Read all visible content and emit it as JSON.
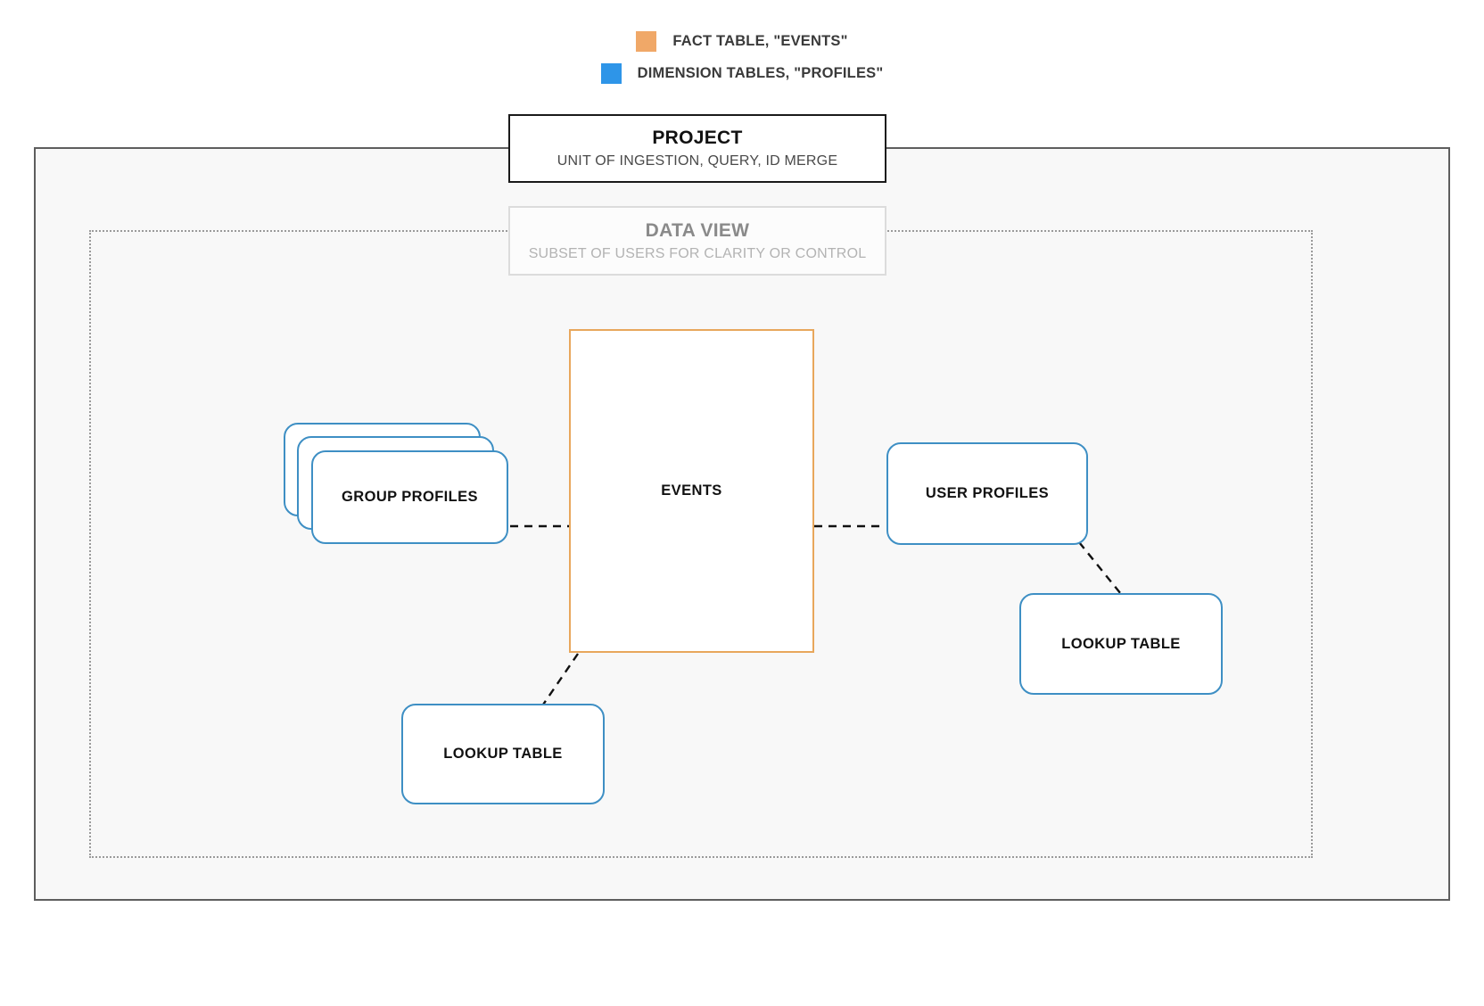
{
  "legend": {
    "items": [
      {
        "label": "FACT TABLE, \"EVENTS\"",
        "color": "#f0a868",
        "icon": "legend-swatch-orange"
      },
      {
        "label": "DIMENSION TABLES, \"PROFILES\"",
        "color": "#2e95e8",
        "icon": "legend-swatch-blue"
      }
    ]
  },
  "project": {
    "title": "PROJECT",
    "subtitle": "UNIT OF INGESTION, QUERY, ID MERGE",
    "border_color": "#1a1a1a"
  },
  "data_view": {
    "title": "DATA VIEW",
    "subtitle": "SUBSET OF USERS FOR CLARITY OR CONTROL",
    "border_color": "#dcdcdc"
  },
  "nodes": {
    "events": {
      "label": "EVENTS",
      "border_color": "#e8a75c"
    },
    "group_profiles": {
      "label": "GROUP PROFILES",
      "border_color": "#3e8fc4",
      "stack_count": 3
    },
    "user_profiles": {
      "label": "USER PROFILES",
      "border_color": "#3e8fc4"
    },
    "lookup_table_left": {
      "label": "LOOKUP TABLE",
      "border_color": "#3e8fc4"
    },
    "lookup_table_right": {
      "label": "LOOKUP TABLE",
      "border_color": "#3e8fc4"
    }
  },
  "containers": {
    "outer": {
      "fill": "#f8f8f8",
      "border_color": "#5e5e5e",
      "border_style": "solid"
    },
    "inner": {
      "border_color": "#9a9a9a",
      "border_style": "dotted"
    }
  },
  "connectors": [
    {
      "from": "group_profiles",
      "to": "events",
      "style": "dashed"
    },
    {
      "from": "events",
      "to": "user_profiles",
      "style": "dashed"
    },
    {
      "from": "events",
      "to": "lookup_table_left",
      "style": "dashed"
    },
    {
      "from": "user_profiles",
      "to": "lookup_table_right",
      "style": "dashed"
    }
  ]
}
